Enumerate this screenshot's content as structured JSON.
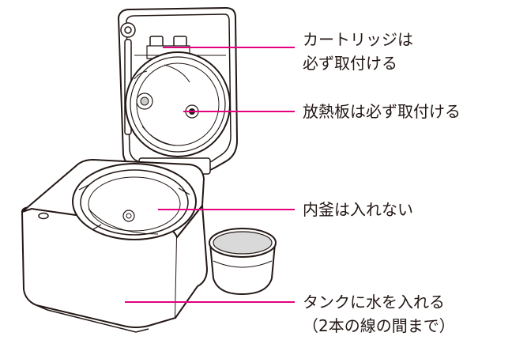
{
  "labels": {
    "cartridge": {
      "line1": "カートリッジは",
      "line2": "必ず取付ける"
    },
    "heat_plate": "放熱板は必ず取付ける",
    "inner_pot": "内釜は入れない",
    "tank": {
      "line1": "タンクに水を入れる",
      "line2": "（2本の線の間まで）"
    }
  },
  "colors": {
    "leader_line": "#e4007f",
    "outline": "#231815",
    "body_fill": "#ffffff",
    "shade": "#d9d9d9"
  }
}
